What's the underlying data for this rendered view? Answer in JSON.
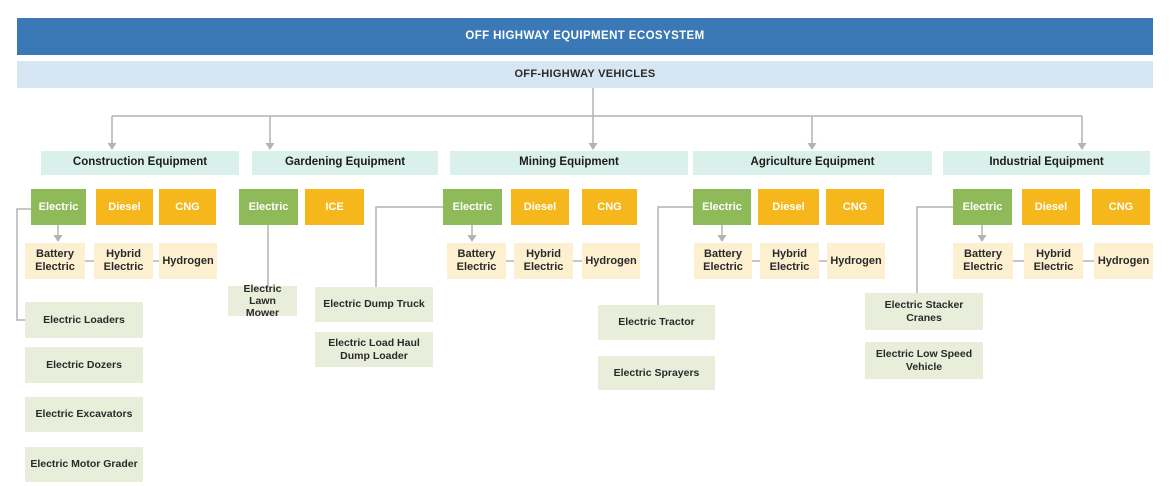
{
  "colors": {
    "banner-blue": "#3b79b6",
    "banner-lightblue": "#d7e6f3",
    "header-mint": "#d9f1ea",
    "electric-green": "#8fba5a",
    "fuel-orange": "#f6b71d",
    "subtype-cream": "#fcf0d1",
    "equipment-sage": "#e8eeda",
    "connector-gray": "#b3b3b3",
    "text-dark": "#2a2a2a",
    "text-light": "#ffffff"
  },
  "title_banner": "OFF HIGHWAY EQUIPMENT ECOSYSTEM",
  "subtitle_banner": "OFF-HIGHWAY VEHICLES",
  "groups": [
    {
      "name": "Construction Equipment",
      "fuels": [
        "Electric",
        "Diesel",
        "CNG"
      ],
      "electric_subtypes": [
        "Battery Electric",
        "Hybrid Electric",
        "Hydrogen"
      ],
      "equipment": [
        "Electric Loaders",
        "Electric Dozers",
        "Electric Excavators",
        "Electric Motor Grader"
      ]
    },
    {
      "name": "Gardening Equipment",
      "fuels": [
        "Electric",
        "ICE"
      ],
      "electric_subtypes": [],
      "equipment": [
        "Electric Lawn Mower"
      ]
    },
    {
      "name": "Mining Equipment",
      "fuels": [
        "Electric",
        "Diesel",
        "CNG"
      ],
      "electric_subtypes": [
        "Battery Electric",
        "Hybrid Electric",
        "Hydrogen"
      ],
      "equipment": [
        "Electric Dump Truck",
        "Electric Load Haul Dump Loader"
      ]
    },
    {
      "name": "Agriculture Equipment",
      "fuels": [
        "Electric",
        "Diesel",
        "CNG"
      ],
      "electric_subtypes": [
        "Battery Electric",
        "Hybrid Electric",
        "Hydrogen"
      ],
      "equipment": [
        "Electric Tractor",
        "Electric Sprayers"
      ]
    },
    {
      "name": "Industrial Equipment",
      "fuels": [
        "Electric",
        "Diesel",
        "CNG"
      ],
      "electric_subtypes": [
        "Battery Electric",
        "Hybrid Electric",
        "Hydrogen"
      ],
      "equipment": [
        "Electric Stacker Cranes",
        "Electric Low Speed Vehicle"
      ]
    }
  ]
}
